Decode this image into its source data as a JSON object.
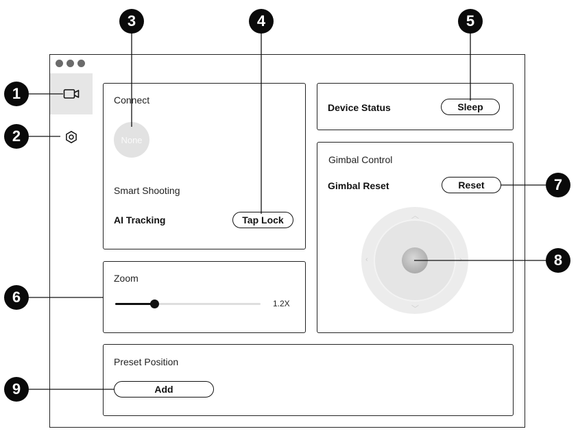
{
  "callouts": [
    "1",
    "2",
    "3",
    "4",
    "5",
    "6",
    "7",
    "8",
    "9"
  ],
  "sidebar": {
    "items": [
      {
        "icon": "camera-icon",
        "active": true
      },
      {
        "icon": "gear-icon",
        "active": false
      }
    ]
  },
  "connect": {
    "title": "Connect",
    "avatar_text": "None",
    "smart_shooting": "Smart Shooting",
    "ai_tracking": "AI Tracking",
    "tap_lock": "Tap Lock"
  },
  "zoom": {
    "title": "Zoom",
    "value_label": "1.2X",
    "level": 0.27
  },
  "device": {
    "status_label": "Device Status",
    "sleep": "Sleep"
  },
  "gimbal": {
    "title": "Gimbal Control",
    "reset_label": "Gimbal Reset",
    "reset_button": "Reset"
  },
  "preset": {
    "title": "Preset Position",
    "add": "Add"
  },
  "colors": {
    "callout_bg": "#0a0a0a",
    "active_sidebar_bg": "#e6e6e6",
    "joystick": "#ececec"
  }
}
